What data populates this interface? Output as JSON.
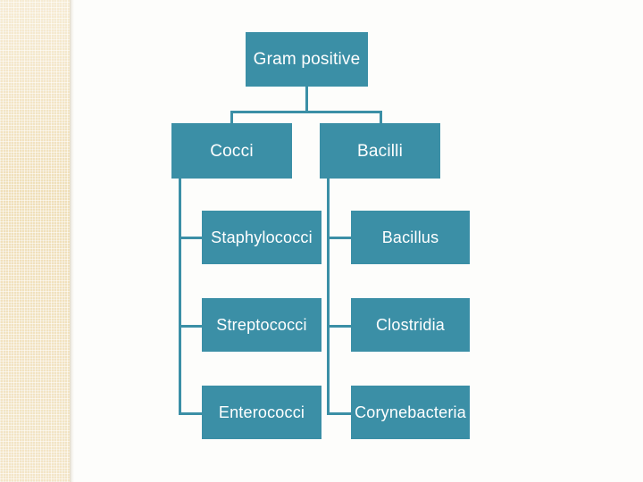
{
  "slide": {
    "background_color": "#fdfdfb",
    "sidebar_color": "#f2e3c0",
    "accent_color": "#3b8fa6",
    "text_color": "#ffffff"
  },
  "diagram": {
    "type": "hierarchy-tree",
    "root": {
      "id": "gram-positive",
      "label": "Gram positive"
    },
    "branches": [
      {
        "id": "cocci",
        "label": "Cocci",
        "children": [
          {
            "id": "staphylococci",
            "label": "Staphylococci"
          },
          {
            "id": "streptococci",
            "label": "Streptococci"
          },
          {
            "id": "enterococci",
            "label": "Enterococci"
          }
        ]
      },
      {
        "id": "bacilli",
        "label": "Bacilli",
        "children": [
          {
            "id": "bacillus",
            "label": "Bacillus"
          },
          {
            "id": "clostridia",
            "label": "Clostridia"
          },
          {
            "id": "corynebacteria",
            "label": "Corynebacteria"
          }
        ]
      }
    ]
  }
}
